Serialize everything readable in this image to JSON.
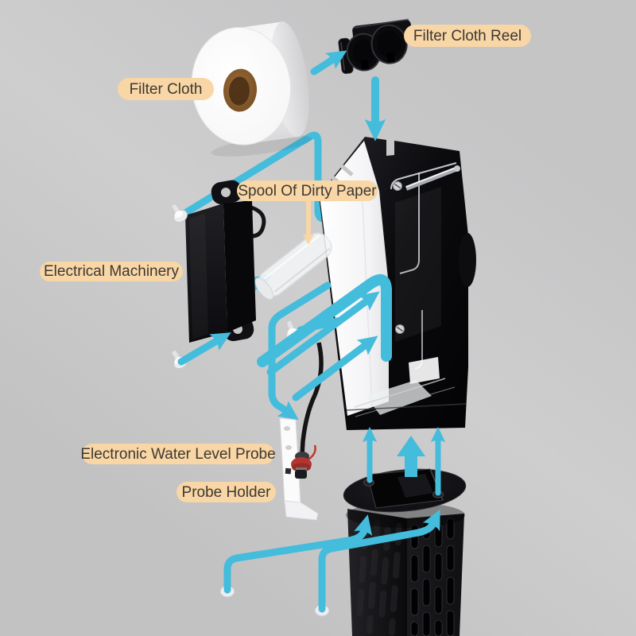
{
  "colors": {
    "background": "#c9c9ca",
    "arrow": "#44bcdc",
    "label_bg": "#f8d6a5",
    "label_text": "#3d3833"
  },
  "labels": [
    {
      "id": "filter-cloth-reel",
      "text": "Filter Cloth Reel"
    },
    {
      "id": "filter-cloth",
      "text": "Filter Cloth"
    },
    {
      "id": "spool-of-dirty-paper",
      "text": "Spool Of Dirty Paper"
    },
    {
      "id": "electrical-machinery",
      "text": "Electrical Machinery"
    },
    {
      "id": "electronic-water-level-probe",
      "text": "Electronic Water Level Probe"
    },
    {
      "id": "probe-holder",
      "text": "Probe Holder"
    }
  ],
  "parts": [
    "filter-cloth-roll",
    "filter-cloth-reel",
    "main-housing",
    "electrical-machinery-motor",
    "spool-of-dirty-paper",
    "electronic-water-level-probe",
    "probe-holder",
    "intake-basket",
    "thumb-screws"
  ]
}
